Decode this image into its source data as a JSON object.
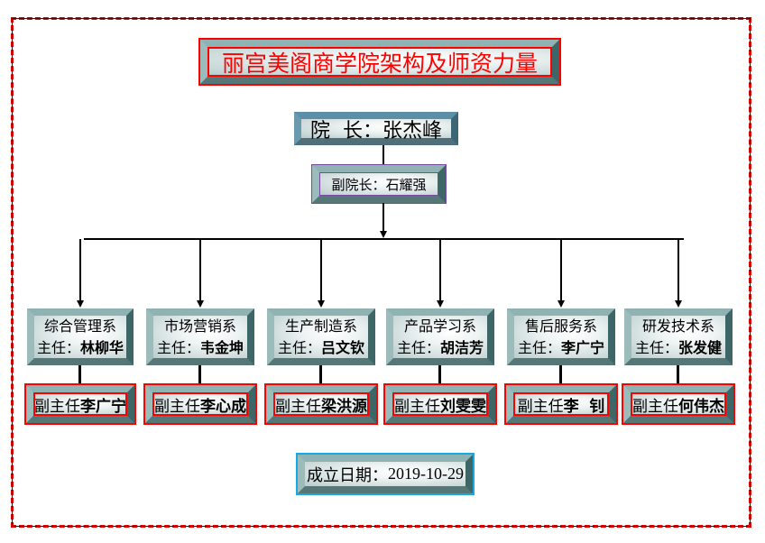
{
  "title": "丽宫美阁商学院架构及师资力量",
  "dean": {
    "label": "院  长：",
    "name": "张杰峰"
  },
  "vice_dean": "副院长：石耀强",
  "departments": [
    {
      "name": "综合管理系",
      "director_label": "主任：",
      "director": "林柳华",
      "deputy_label": "副主任",
      "deputy": "李广宁"
    },
    {
      "name": "市场营销系",
      "director_label": "主任：",
      "director": "韦金坤",
      "deputy_label": "副主任",
      "deputy": "李心成"
    },
    {
      "name": "生产制造系",
      "director_label": "主任：",
      "director": "吕文钦",
      "deputy_label": "副主任",
      "deputy": "梁洪源"
    },
    {
      "name": "产品学习系",
      "director_label": "主任：",
      "director": "胡洁芳",
      "deputy_label": "副主任",
      "deputy": "刘雯雯"
    },
    {
      "name": "售后服务系",
      "director_label": "主任：",
      "director": "李广宁",
      "deputy_label": "副主任",
      "deputy": "李  钊"
    },
    {
      "name": "研发技术系",
      "director_label": "主任：",
      "director": "张发健",
      "deputy_label": "副主任",
      "deputy": "何伟杰"
    }
  ],
  "founded": {
    "label": "成立日期：",
    "date": "2019-10-29"
  },
  "colors": {
    "frame": "#e00000",
    "title_text": "#ff0000",
    "bevel": "#8fb3b3"
  }
}
